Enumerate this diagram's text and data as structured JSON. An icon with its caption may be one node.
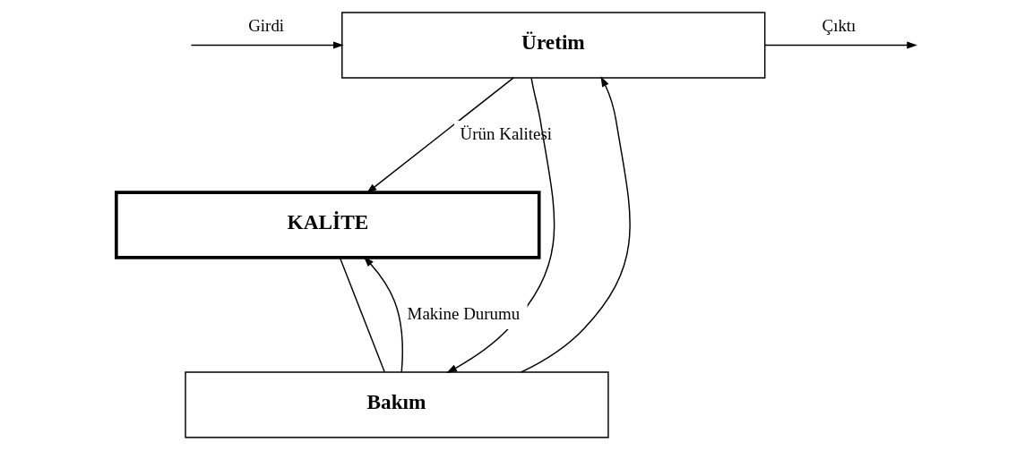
{
  "diagram": {
    "nodes": [
      {
        "text": [
          "Üretim"
        ]
      },
      {
        "text": [
          "KALİTE"
        ]
      },
      {
        "text": [
          "Bakım"
        ]
      }
    ],
    "edges": [
      {
        "from": null,
        "to": 0,
        "arrow": "to",
        "label": "Girdi"
      },
      {
        "from": 0,
        "to": null,
        "arrow": "to",
        "label": "Çıktı"
      },
      {
        "from": 2,
        "to": 0,
        "arrow": "to"
      },
      {
        "from": 0,
        "to": 2,
        "arrow": "to"
      },
      {
        "from": 0,
        "to": 1,
        "arrow": "to",
        "label": "Ürün Kalitesi"
      },
      {
        "from": 2,
        "to": 1,
        "arrow": "to",
        "label": "Makine Durumu"
      },
      {
        "from": 1,
        "to": 2,
        "arrow": "none"
      }
    ]
  }
}
